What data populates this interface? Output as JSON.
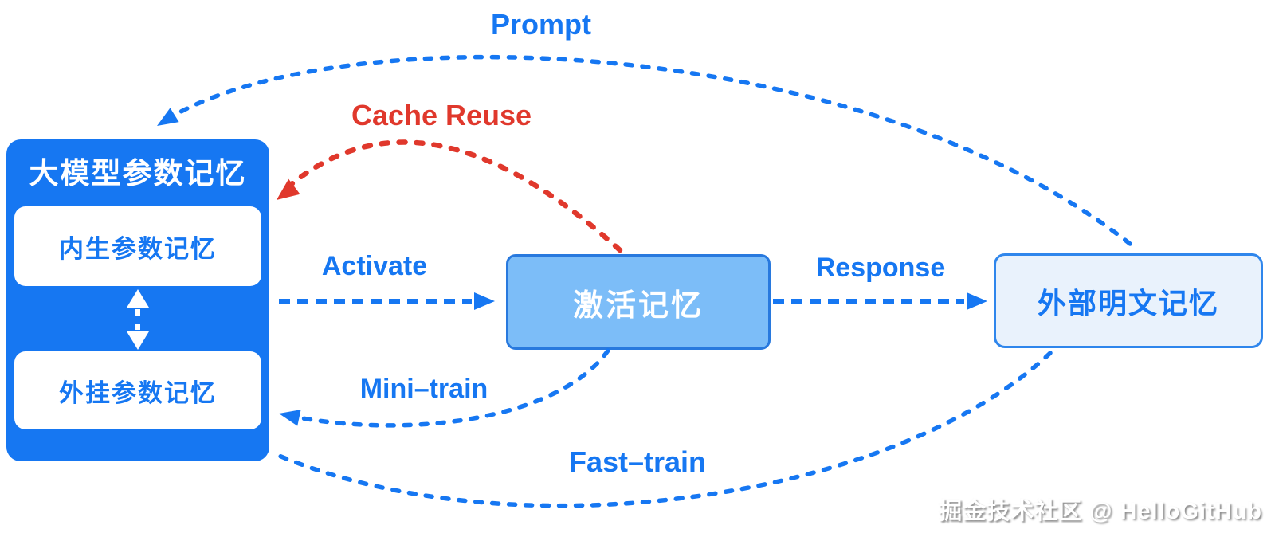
{
  "diagram": {
    "left_box": {
      "title": "大模型参数记忆",
      "children": [
        {
          "label": "内生参数记忆"
        },
        {
          "label": "外挂参数记忆"
        }
      ]
    },
    "center_box": {
      "label": "激活记忆"
    },
    "right_box": {
      "label": "外部明文记忆"
    },
    "edges": [
      {
        "id": "prompt",
        "label": "Prompt",
        "color": "#1677F2",
        "style": "dashed",
        "from": "外部明文记忆",
        "to": "大模型参数记忆"
      },
      {
        "id": "cache-reuse",
        "label": "Cache Reuse",
        "color": "#E0382C",
        "style": "dashed",
        "from": "激活记忆",
        "to": "大模型参数记忆"
      },
      {
        "id": "activate",
        "label": "Activate",
        "color": "#1677F2",
        "style": "dashed",
        "from": "大模型参数记忆",
        "to": "激活记忆"
      },
      {
        "id": "response",
        "label": "Response",
        "color": "#1677F2",
        "style": "dashed",
        "from": "激活记忆",
        "to": "外部明文记忆"
      },
      {
        "id": "mini-train",
        "label": "Mini–train",
        "color": "#1677F2",
        "style": "dashed",
        "from": "激活记忆",
        "to": "外挂参数记忆"
      },
      {
        "id": "fast-train",
        "label": "Fast–train",
        "color": "#1677F2",
        "style": "dashed",
        "from": "外部明文记忆",
        "to": "大模型参数记忆"
      }
    ],
    "internal_link": {
      "between": [
        "内生参数记忆",
        "外挂参数记忆"
      ],
      "style": "white dashed double arrow"
    },
    "watermark": "掘金技术社区 @ HelloGitHub",
    "colors": {
      "accent_blue": "#1677F2",
      "center_fill": "#7CBDF8",
      "center_border": "#2879DE",
      "right_fill": "#E9F2FC",
      "right_border": "#2F86EC",
      "red": "#E0382C",
      "white": "#FFFFFF"
    }
  }
}
